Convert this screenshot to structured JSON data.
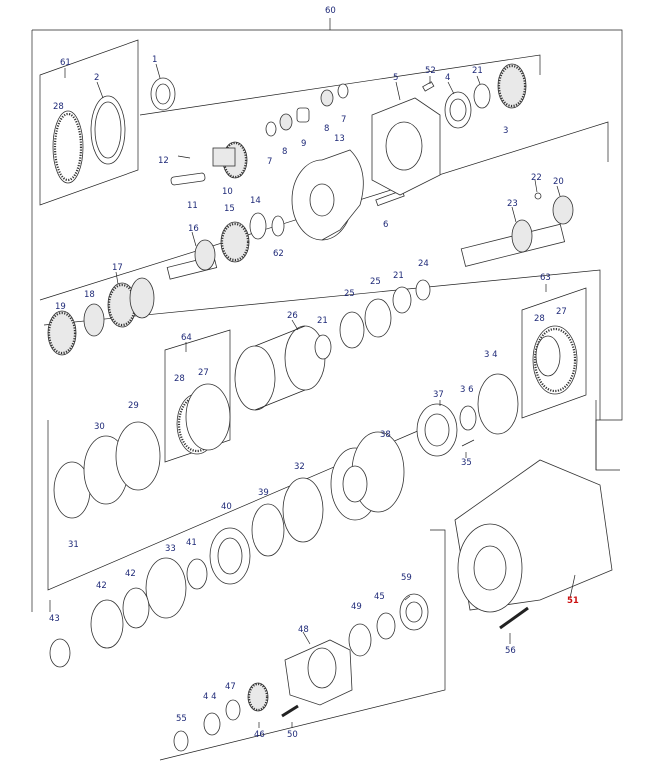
{
  "diagram": {
    "labels": [
      {
        "id": "60",
        "text": "60"
      },
      {
        "id": "61",
        "text": "61"
      },
      {
        "id": "2",
        "text": "2"
      },
      {
        "id": "28a",
        "text": "28"
      },
      {
        "id": "1",
        "text": "1"
      },
      {
        "id": "52",
        "text": "52"
      },
      {
        "id": "5",
        "text": "5"
      },
      {
        "id": "4",
        "text": "4"
      },
      {
        "id": "21a",
        "text": "21"
      },
      {
        "id": "3",
        "text": "3"
      },
      {
        "id": "7a",
        "text": "7"
      },
      {
        "id": "8a",
        "text": "8"
      },
      {
        "id": "9",
        "text": "9"
      },
      {
        "id": "8b",
        "text": "8"
      },
      {
        "id": "7b",
        "text": "7"
      },
      {
        "id": "13",
        "text": "13"
      },
      {
        "id": "12",
        "text": "12"
      },
      {
        "id": "10",
        "text": "10"
      },
      {
        "id": "11",
        "text": "11"
      },
      {
        "id": "14",
        "text": "14"
      },
      {
        "id": "15",
        "text": "15"
      },
      {
        "id": "62",
        "text": "62"
      },
      {
        "id": "6",
        "text": "6"
      },
      {
        "id": "22",
        "text": "22"
      },
      {
        "id": "20",
        "text": "20"
      },
      {
        "id": "23",
        "text": "23"
      },
      {
        "id": "16",
        "text": "16"
      },
      {
        "id": "17",
        "text": "17"
      },
      {
        "id": "18",
        "text": "18"
      },
      {
        "id": "19",
        "text": "19"
      },
      {
        "id": "26",
        "text": "26"
      },
      {
        "id": "21b",
        "text": "21"
      },
      {
        "id": "25a",
        "text": "25"
      },
      {
        "id": "25b",
        "text": "25"
      },
      {
        "id": "21c",
        "text": "21"
      },
      {
        "id": "24",
        "text": "24"
      },
      {
        "id": "63",
        "text": "63"
      },
      {
        "id": "28b",
        "text": "28"
      },
      {
        "id": "27a",
        "text": "27"
      },
      {
        "id": "64",
        "text": "64"
      },
      {
        "id": "28c",
        "text": "28"
      },
      {
        "id": "27b",
        "text": "27"
      },
      {
        "id": "34",
        "text": "3 4"
      },
      {
        "id": "36",
        "text": "3 6"
      },
      {
        "id": "37",
        "text": "37"
      },
      {
        "id": "29",
        "text": "29"
      },
      {
        "id": "30",
        "text": "30"
      },
      {
        "id": "38",
        "text": "38"
      },
      {
        "id": "35",
        "text": "35"
      },
      {
        "id": "31",
        "text": "31"
      },
      {
        "id": "32",
        "text": "32"
      },
      {
        "id": "39",
        "text": "39"
      },
      {
        "id": "40",
        "text": "40"
      },
      {
        "id": "41",
        "text": "41"
      },
      {
        "id": "33",
        "text": "33"
      },
      {
        "id": "42a",
        "text": "42"
      },
      {
        "id": "42b",
        "text": "42"
      },
      {
        "id": "43",
        "text": "43"
      },
      {
        "id": "59",
        "text": "59"
      },
      {
        "id": "45",
        "text": "45"
      },
      {
        "id": "49",
        "text": "49"
      },
      {
        "id": "51",
        "text": "51"
      },
      {
        "id": "56",
        "text": "56"
      },
      {
        "id": "48",
        "text": "48"
      },
      {
        "id": "47",
        "text": "47"
      },
      {
        "id": "44",
        "text": "4 4"
      },
      {
        "id": "55",
        "text": "55"
      },
      {
        "id": "46",
        "text": "46"
      },
      {
        "id": "50",
        "text": "50"
      }
    ]
  },
  "colors": {
    "label": "#1f2a78",
    "highlight": "#cc1111",
    "line": "#222222"
  }
}
